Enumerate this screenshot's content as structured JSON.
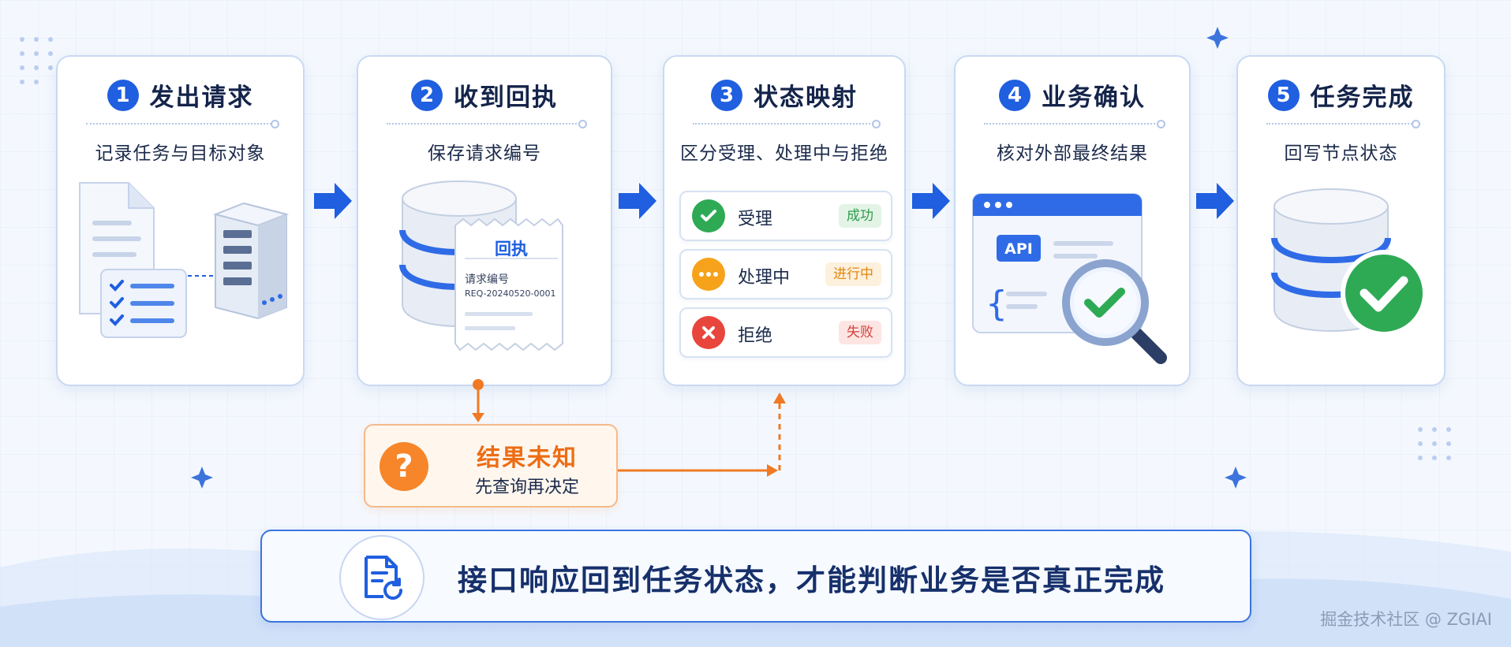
{
  "steps": [
    {
      "number": "1",
      "title": "发出请求",
      "subtitle": "记录任务与目标对象"
    },
    {
      "number": "2",
      "title": "收到回执",
      "subtitle": "保存请求编号",
      "receipt": {
        "title": "回执",
        "label": "请求编号",
        "value": "REQ-20240520-0001"
      }
    },
    {
      "number": "3",
      "title": "状态映射",
      "subtitle": "区分受理、处理中与拒绝",
      "statuses": [
        {
          "label": "受理",
          "badge": "成功",
          "icon": "check-icon"
        },
        {
          "label": "处理中",
          "badge": "进行中",
          "icon": "ellipsis-icon"
        },
        {
          "label": "拒绝",
          "badge": "失败",
          "icon": "cross-icon"
        }
      ]
    },
    {
      "number": "4",
      "title": "业务确认",
      "subtitle": "核对外部最终结果",
      "api_label": "API"
    },
    {
      "number": "5",
      "title": "任务完成",
      "subtitle": "回写节点状态"
    }
  ],
  "unknown": {
    "title": "结果未知",
    "subtitle": "先查询再决定",
    "icon": "question-icon"
  },
  "banner": {
    "text": "接口响应回到任务状态，才能判断业务是否真正完成",
    "icon": "document-refresh-icon"
  },
  "watermark": "掘金技术社区 @ ZGIAI",
  "colors": {
    "primary": "#1f5fe0",
    "success": "#2eaa55",
    "pending": "#f7a21b",
    "failure": "#e8453c",
    "unknown": "#f7862a"
  }
}
